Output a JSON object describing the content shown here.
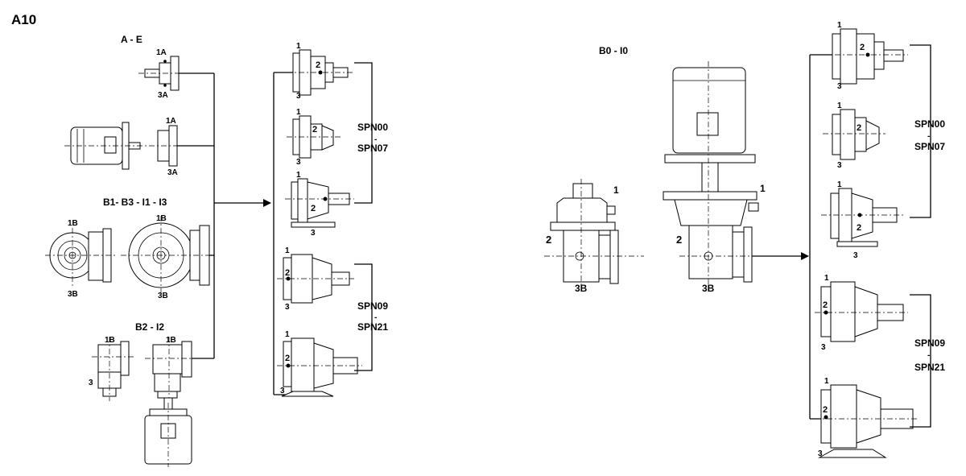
{
  "page_label": "A10",
  "left": {
    "groups": {
      "ae": "A - E",
      "b1b3": "B1- B3 - I1 - I3",
      "b2i2": "B2 - I2"
    },
    "points": {
      "p1a_top": "1A",
      "p3a_top": "3A",
      "p1a_mid": "1A",
      "p3a_mid": "3A",
      "p1b_left": "1B",
      "p3b_left": "3B",
      "p1b_right": "1B",
      "p3b_right": "3B",
      "p1b_low_left": "1B",
      "p1b_low_right": "1B",
      "p3_low": "3"
    },
    "units": {
      "u1": {
        "n1": "1",
        "n2": "2",
        "n3": "3"
      },
      "u2": {
        "n1": "1",
        "n2": "2",
        "n3": "3"
      },
      "u3": {
        "n1": "1",
        "n2": "2",
        "n3": "3"
      },
      "u4": {
        "n1": "1",
        "n2": "2",
        "n3": "3"
      },
      "u5": {
        "n1": "1",
        "n2": "2",
        "n3": "3"
      }
    },
    "series_a": {
      "from": "SPN00",
      "sep": "-",
      "to": "SPN07"
    },
    "series_b": {
      "from": "SPN09",
      "sep": "-",
      "to": "SPN21"
    }
  },
  "right": {
    "group": "B0 - I0",
    "points": {
      "g1_1": "1",
      "g1_2": "2",
      "g1_3b": "3B",
      "g2_1": "1",
      "g2_2": "2",
      "g2_3b": "3B"
    },
    "units": {
      "u1": {
        "n1": "1",
        "n2": "2",
        "n3": "3"
      },
      "u2": {
        "n1": "1",
        "n2": "2",
        "n3": "3"
      },
      "u3": {
        "n1": "1",
        "n2": "2",
        "n3": "3"
      },
      "u4": {
        "n1": "1",
        "n2": "2",
        "n3": "3"
      },
      "u5": {
        "n1": "1",
        "n2": "2",
        "n3": "3"
      }
    },
    "series_a": {
      "from": "SPN00",
      "sep": "-",
      "to": "SPN07"
    },
    "series_b": {
      "from": "SPN09",
      "sep": "-",
      "to": "SPN21"
    }
  }
}
